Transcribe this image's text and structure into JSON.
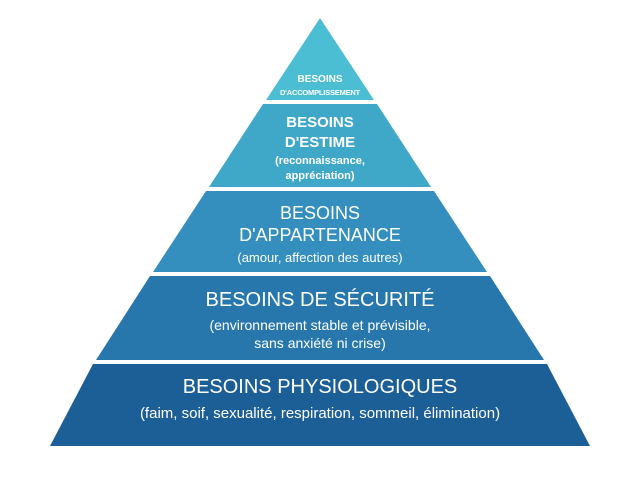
{
  "pyramid": {
    "levels": [
      {
        "title_lines": [
          "BESOINS",
          "D'ACCOMPLISSEMENT"
        ],
        "subtitle_lines": [],
        "color": "#4cbed3"
      },
      {
        "title_lines": [
          "BESOINS",
          "D'ESTIME"
        ],
        "subtitle_lines": [
          "(reconnaissance,",
          "appréciation)"
        ],
        "color": "#3fa8c9"
      },
      {
        "title_lines": [
          "BESOINS",
          "D'APPARTENANCE"
        ],
        "subtitle_lines": [
          "(amour, affection des autres)"
        ],
        "color": "#348fbe"
      },
      {
        "title_lines": [
          "BESOINS DE SÉCURITÉ"
        ],
        "subtitle_lines": [
          "(environnement stable et prévisible,",
          "sans anxiété ni crise)"
        ],
        "color": "#2777ad"
      },
      {
        "title_lines": [
          "BESOINS PHYSIOLOGIQUES"
        ],
        "subtitle_lines": [
          "(faim, soif, sexualité, respiration, sommeil, élimination)"
        ],
        "color": "#1c5f97"
      }
    ]
  }
}
